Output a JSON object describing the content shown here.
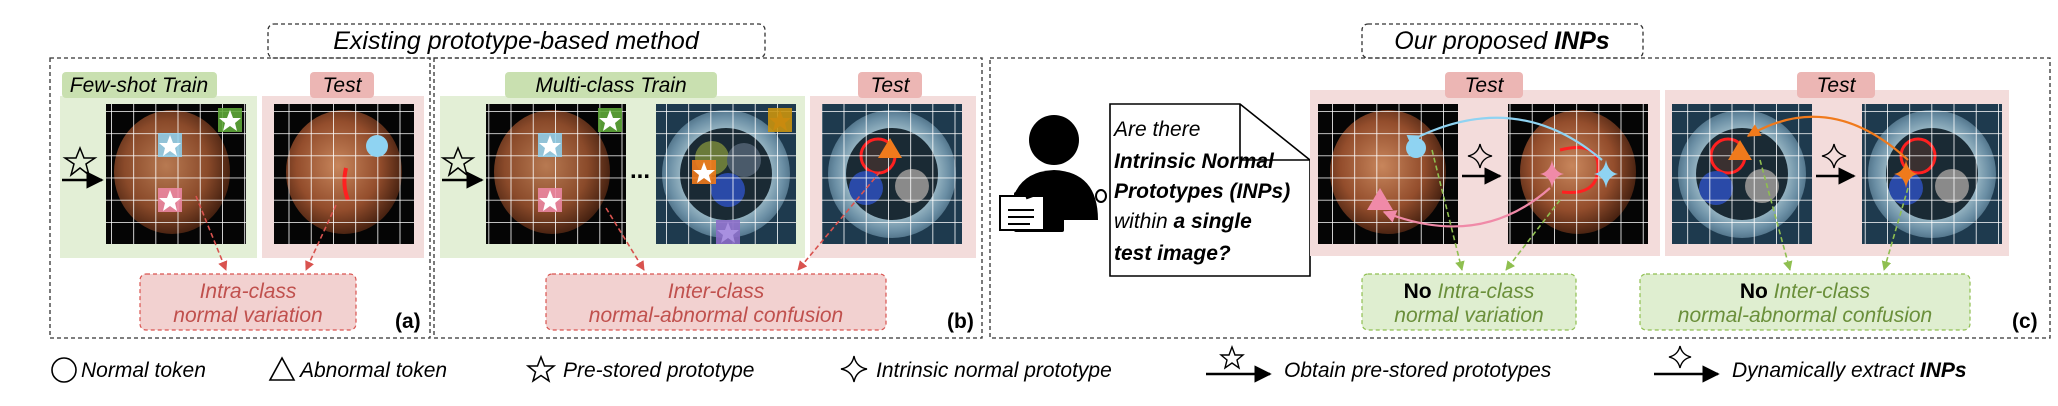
{
  "left_title": "Existing prototype-based method",
  "right_title": "Our proposed",
  "right_title_bold": "INPs",
  "panel_a": {
    "train_label": "Few-shot Train",
    "test_label": "Test",
    "note_line1": "Intra-class",
    "note_line2": "normal variation",
    "letter": "(a)"
  },
  "panel_b": {
    "train_label": "Multi-class Train",
    "ellipsis": "...",
    "test_label": "Test",
    "note_line1": "Inter-class",
    "note_line2": "normal-abnormal confusion",
    "letter": "(b)"
  },
  "panel_c": {
    "question": [
      "Are there",
      "Intrinsic Normal",
      "Prototypes (INPs)",
      "within",
      "a single",
      "test image",
      "?"
    ],
    "test_label_1": "Test",
    "test_label_2": "Test",
    "note1_bold": "No",
    "note1_line1": "Intra-class",
    "note1_line2": "normal variation",
    "note2_bold": "No",
    "note2_line1": "Inter-class",
    "note2_line2": "normal-abnormal confusion",
    "letter": "(c)"
  },
  "legend": {
    "normal_token": "Normal token",
    "abnormal_token": "Abnormal token",
    "prestored_prototype": "Pre-stored prototype",
    "intrinsic_prototype": "Intrinsic normal prototype",
    "obtain": "Obtain pre-stored prototypes",
    "extract": "Dynamically extract",
    "extract_bold": "INPs"
  },
  "colors": {
    "train_bg": "#e3efd6",
    "test_bg": "#f3dcdb",
    "red_note_bg": "#f2d1d0",
    "red_note_text": "#c0504d",
    "green_note_bg": "#dfeed0",
    "green_note_text": "#6a8f3a",
    "blue_marker": "#8fd3f2",
    "pink_marker": "#f08aa8",
    "orange_marker": "#f07a1c",
    "green_marker": "#5fa83a",
    "gold_marker": "#c9940e",
    "purple_marker": "#8b6dc8"
  },
  "icons": [
    "star-icon",
    "four-point-star-icon",
    "circle-icon",
    "triangle-icon",
    "arrow-icon",
    "person-icon",
    "document-icon"
  ]
}
